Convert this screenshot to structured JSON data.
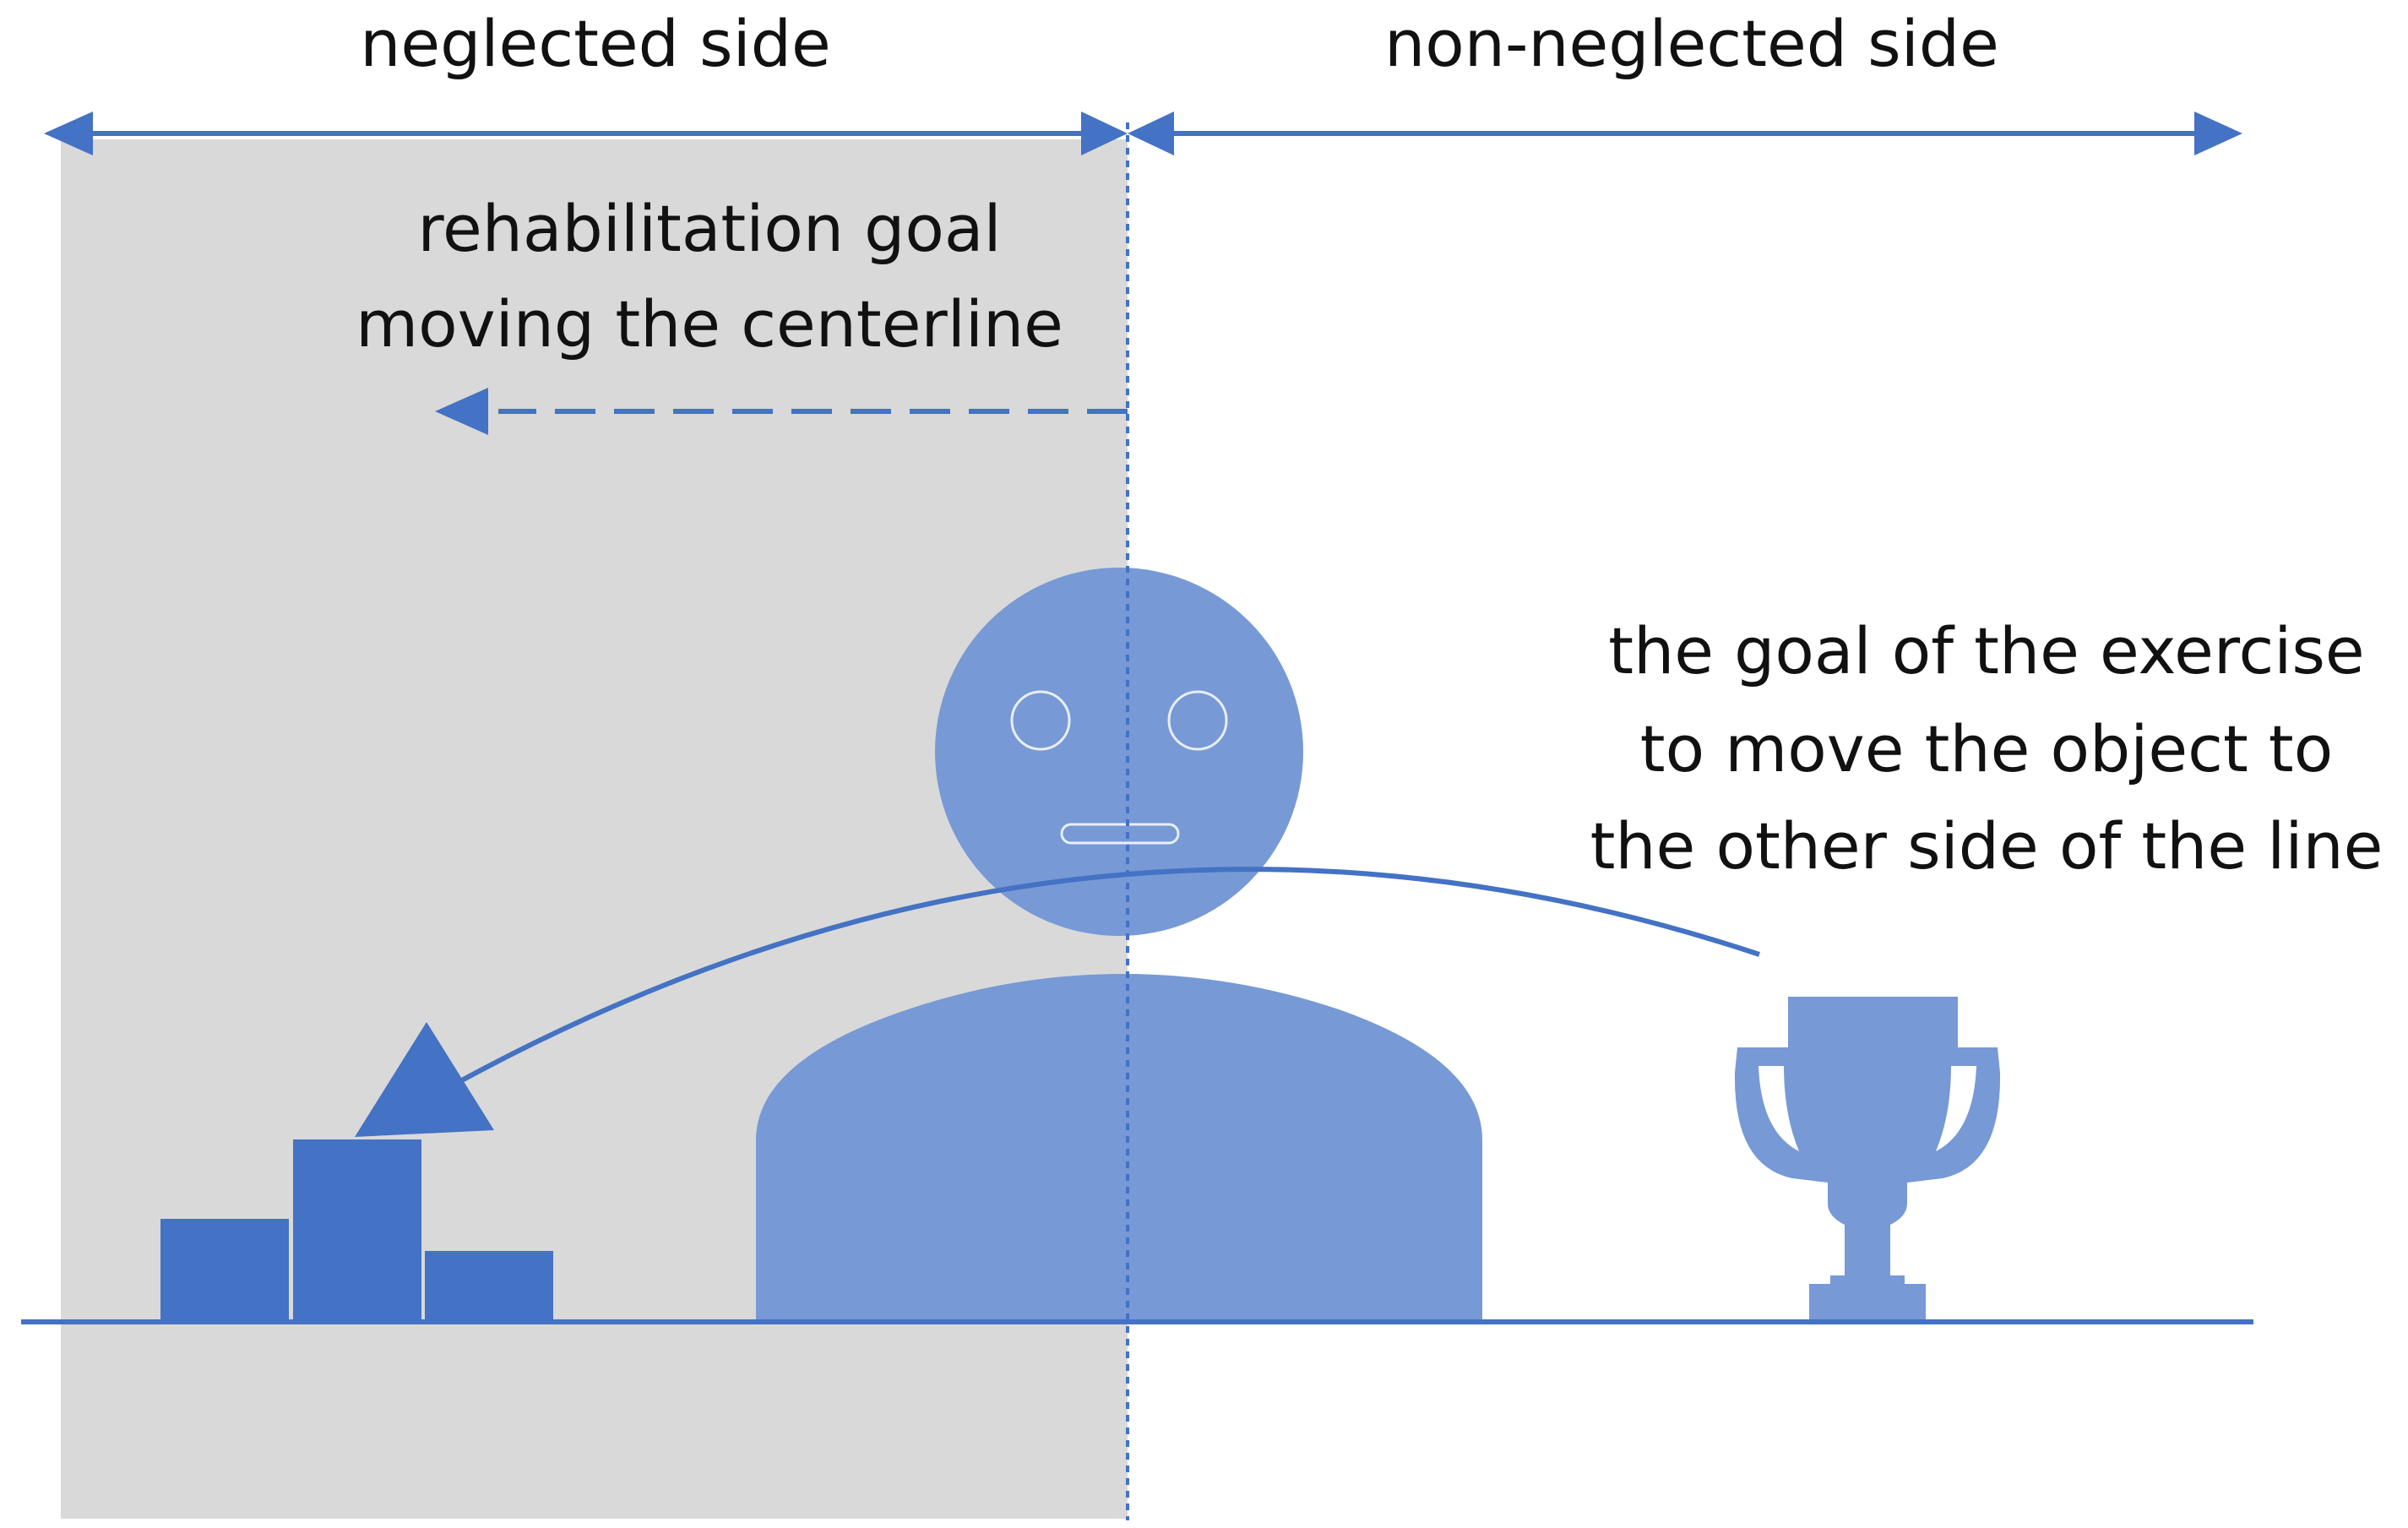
{
  "labels": {
    "neglected_side": "neglected side",
    "non_neglected_side": "non-neglected side",
    "rehab_goal_line1": "rehabilitation goal",
    "rehab_goal_line2": "moving the centerline",
    "exercise_goal_line1": "the goal of the exercise",
    "exercise_goal_line2": "to move the object to",
    "exercise_goal_line3": "the other side of the line"
  },
  "icons": {
    "person": "person-icon",
    "blocks": "blocks-icon",
    "trophy": "trophy-icon"
  },
  "colors": {
    "accent": "#4472C4",
    "figure": "#7799D6",
    "neglected_shade": "#D9D9D9",
    "text": "#111111",
    "background": "#FFFFFF"
  }
}
